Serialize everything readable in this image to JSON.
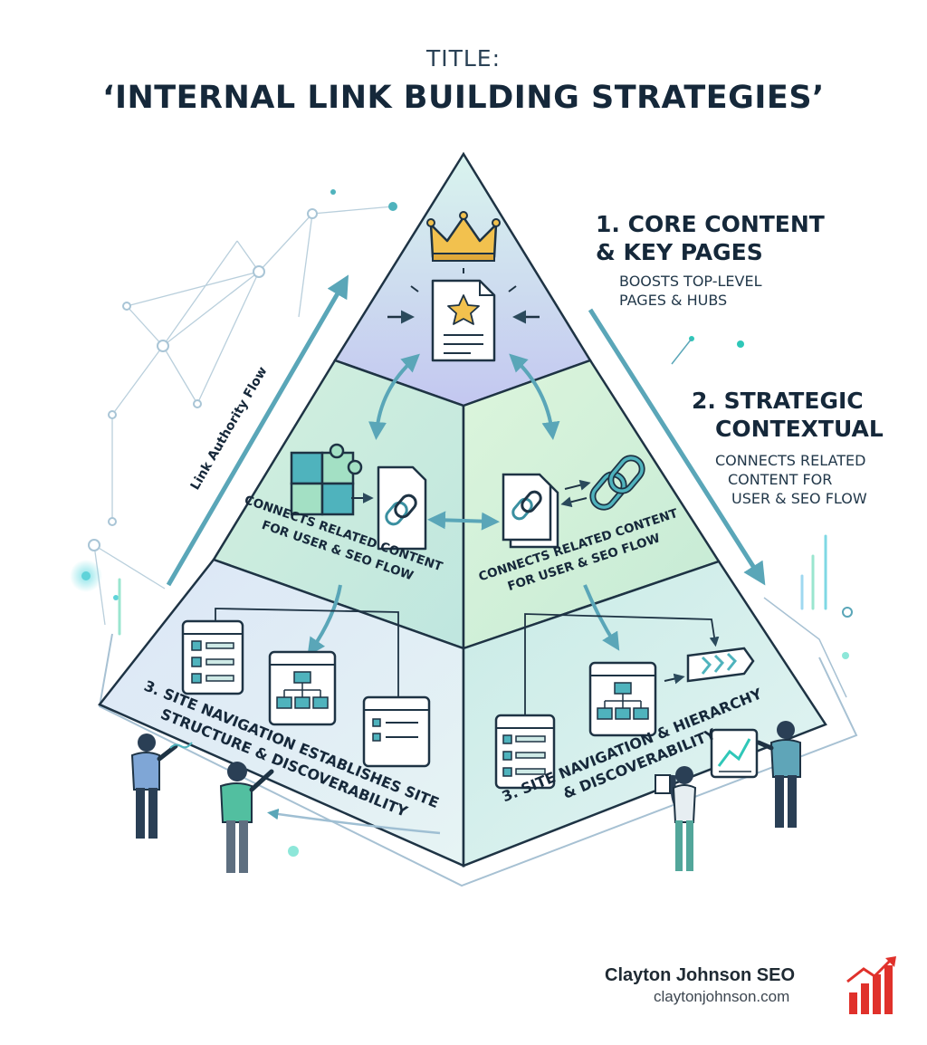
{
  "title": {
    "prefix": "TITLE:",
    "main": "‘INTERNAL LINK BUILDING STRATEGIES’"
  },
  "tiers": {
    "top": {
      "heading_line1": "1. CORE CONTENT",
      "heading_line2": "& KEY PAGES",
      "desc_line1": "BOOSTS TOP-LEVEL",
      "desc_line2": "PAGES & HUBS"
    },
    "middle": {
      "heading_line1": "2. STRATEGIC",
      "heading_line2": "CONTEXTUAL",
      "desc_line1": "CONNECTS RELATED",
      "desc_line2": "CONTENT FOR",
      "desc_line3": "USER & SEO FLOW",
      "left_face_line1": "CONNECTS RELATED CONTENT",
      "left_face_line2": "FOR USER & SEO FLOW",
      "right_face_line1": "CONNECTS RELATED CONTENT",
      "right_face_line2": "FOR USER & SEO FLOW"
    },
    "bottom": {
      "left_face_line1": "3. SITE NAVIGATION ESTABLISHES SITE",
      "left_face_line2": "STRUCTURE & DISCOVERABILITY",
      "right_face_line1": "3. SITE NAVIGATION & HIERARCHY",
      "right_face_line2": "& DISCOVERABILITY"
    }
  },
  "side_label": "Link Authority Flow",
  "brand": {
    "name": "Clayton Johnson SEO",
    "url": "claytonjohnson.com"
  },
  "colors": {
    "title": "#15283a",
    "accent_teal": "#4fb3bd",
    "brand_red": "#e0312b",
    "crown_gold": "#f2c14e"
  }
}
